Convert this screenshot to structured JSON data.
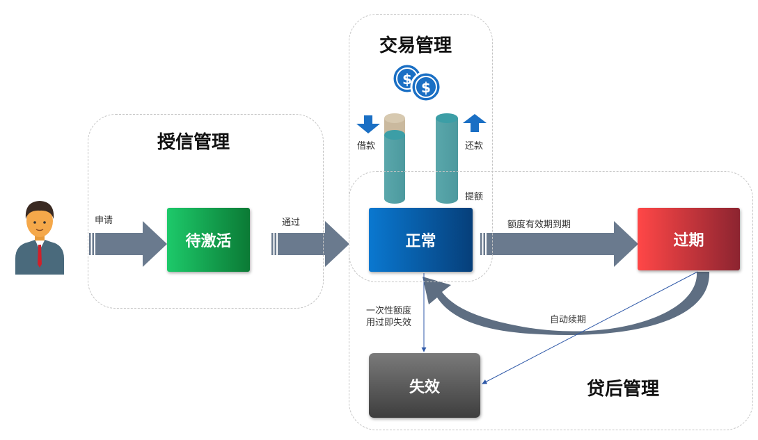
{
  "regions": {
    "credit": {
      "title": "授信管理"
    },
    "trade": {
      "title": "交易管理"
    },
    "postloan": {
      "title": "贷后管理"
    }
  },
  "states": {
    "pending": {
      "label": "待激活"
    },
    "normal": {
      "label": "正常"
    },
    "expired": {
      "label": "过期"
    },
    "invalid": {
      "label": "失效"
    }
  },
  "edges": {
    "apply": "申请",
    "pass": "通过",
    "borrow": "借款",
    "repay": "还款",
    "raise": "提额",
    "expire": "额度有效期到期",
    "renew": "自动续期",
    "oneoff_line1": "一次性额度",
    "oneoff_line2": "用过即失效"
  },
  "colors": {
    "pending": [
      "#1dc96a",
      "#0b7a35"
    ],
    "normal": [
      "#0a78d0",
      "#063f7a"
    ],
    "expired": [
      "#ff4747",
      "#8c2430"
    ],
    "invalid": [
      "#7a7a7a",
      "#3e3e3e"
    ],
    "arrow": "#6a7a8e"
  },
  "icons": [
    "user-avatar-icon",
    "coin-icon",
    "down-arrow-icon",
    "up-arrow-icon"
  ]
}
